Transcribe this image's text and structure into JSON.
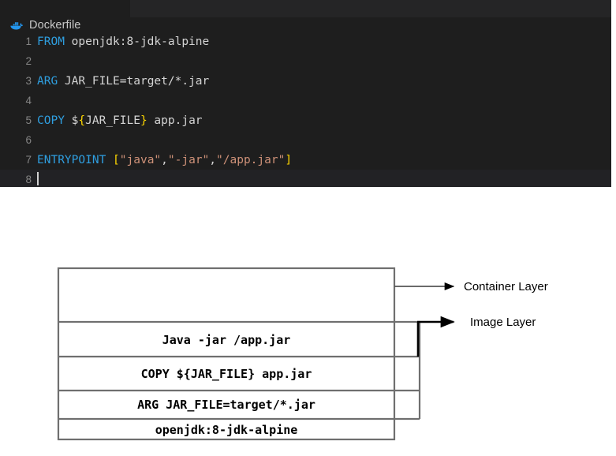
{
  "editor": {
    "tab": {
      "icon": "docker-whale-icon",
      "label": "Dockerfile"
    },
    "lines": [
      {
        "number": "1",
        "tokens": [
          {
            "t": "kw",
            "v": "FROM"
          },
          {
            "t": "plain",
            "v": " openjdk:8-jdk-alpine"
          }
        ]
      },
      {
        "number": "2",
        "tokens": []
      },
      {
        "number": "3",
        "tokens": [
          {
            "t": "kw",
            "v": "ARG"
          },
          {
            "t": "plain",
            "v": " JAR_FILE=target/*.jar"
          }
        ]
      },
      {
        "number": "4",
        "tokens": []
      },
      {
        "number": "5",
        "tokens": [
          {
            "t": "kw",
            "v": "COPY"
          },
          {
            "t": "plain",
            "v": " $"
          },
          {
            "t": "brk",
            "v": "{"
          },
          {
            "t": "plain",
            "v": "JAR_FILE"
          },
          {
            "t": "brk",
            "v": "}"
          },
          {
            "t": "plain",
            "v": " app.jar"
          }
        ]
      },
      {
        "number": "6",
        "tokens": []
      },
      {
        "number": "7",
        "tokens": [
          {
            "t": "kw",
            "v": "ENTRYPOINT"
          },
          {
            "t": "plain",
            "v": " "
          },
          {
            "t": "brk",
            "v": "["
          },
          {
            "t": "str",
            "v": "\"java\""
          },
          {
            "t": "plain",
            "v": ","
          },
          {
            "t": "str",
            "v": "\"-jar\""
          },
          {
            "t": "plain",
            "v": ","
          },
          {
            "t": "str",
            "v": "\"/app.jar\""
          },
          {
            "t": "brk",
            "v": "]"
          }
        ]
      },
      {
        "number": "8",
        "tokens": [],
        "active": true,
        "cursor": true
      }
    ]
  },
  "diagram": {
    "layers": [
      {
        "label": ""
      },
      {
        "label": "Java -jar /app.jar"
      },
      {
        "label": "COPY ${JAR_FILE} app.jar"
      },
      {
        "label": "ARG JAR_FILE=target/*.jar"
      },
      {
        "label": "openjdk:8-jdk-alpine"
      }
    ],
    "annotations": [
      {
        "name": "container-layer",
        "label": "Container Layer"
      },
      {
        "name": "image-layer",
        "label": "Image Layer"
      }
    ]
  },
  "colors": {
    "editor_bg": "#1e1e1e",
    "tabbar_bg": "#252526",
    "keyword": "#2f9fe0",
    "string": "#ce9178",
    "bracket": "#ffd700",
    "text": "#d4d4d4",
    "gutter": "#858585",
    "docker_blue": "#2496ed",
    "diagram_stroke": "#6f6f6f",
    "diagram_text": "#000000"
  }
}
